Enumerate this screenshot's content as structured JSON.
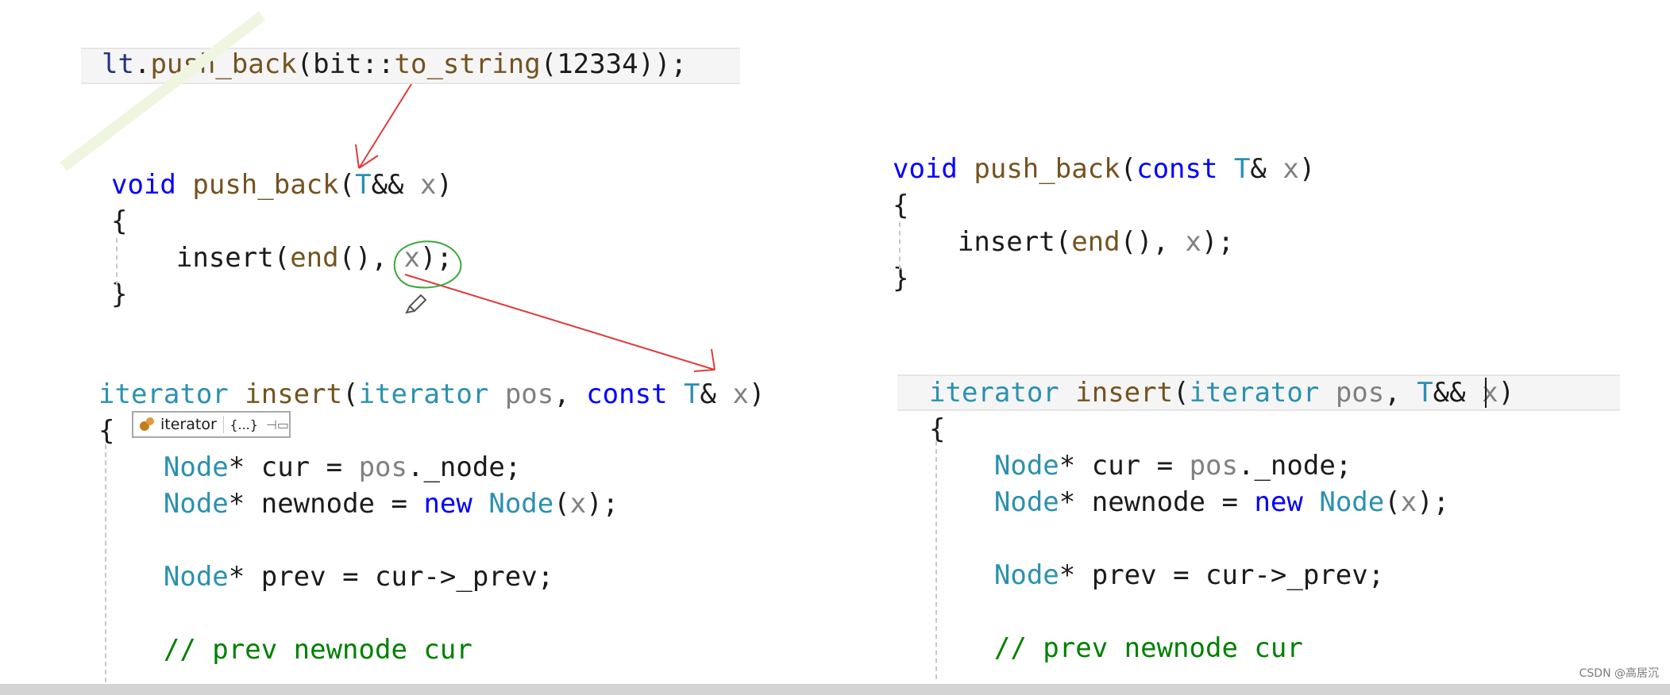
{
  "top_call": {
    "tokens": [
      [
        "vv",
        "lt"
      ],
      [
        "tx",
        "."
      ],
      [
        "fn",
        "push_back"
      ],
      [
        "tx",
        "(bit::"
      ],
      [
        "fn",
        "to_string"
      ],
      [
        "tx",
        "(12334));"
      ]
    ]
  },
  "left_push_back": {
    "lines": [
      [
        [
          "kw",
          "void"
        ],
        [
          "tx",
          " "
        ],
        [
          "fn",
          "push_back"
        ],
        [
          "tx",
          "("
        ],
        [
          "ty",
          "T"
        ],
        [
          "tx",
          "&& "
        ],
        [
          "pm",
          "x"
        ],
        [
          "tx",
          ")"
        ]
      ],
      [
        [
          "tx",
          "{"
        ]
      ],
      [
        [
          "tx",
          "    "
        ],
        [
          "tx",
          "insert("
        ],
        [
          "fn",
          "end"
        ],
        [
          "tx",
          "(), "
        ],
        [
          "pm",
          "x"
        ],
        [
          "tx",
          ");"
        ]
      ],
      [
        [
          "tx",
          "}"
        ]
      ]
    ]
  },
  "right_push_back": {
    "lines": [
      [
        [
          "kw",
          "void"
        ],
        [
          "tx",
          " "
        ],
        [
          "fn",
          "push_back"
        ],
        [
          "tx",
          "("
        ],
        [
          "kw",
          "const"
        ],
        [
          "tx",
          " "
        ],
        [
          "ty",
          "T"
        ],
        [
          "tx",
          "& "
        ],
        [
          "pm",
          "x"
        ],
        [
          "tx",
          ")"
        ]
      ],
      [
        [
          "tx",
          "{"
        ]
      ],
      [
        [
          "tx",
          "    "
        ],
        [
          "tx",
          "insert("
        ],
        [
          "fn",
          "end"
        ],
        [
          "tx",
          "(), "
        ],
        [
          "pm",
          "x"
        ],
        [
          "tx",
          ");"
        ]
      ],
      [
        [
          "tx",
          "}"
        ]
      ]
    ]
  },
  "left_insert": {
    "lines": [
      [
        [
          "ty",
          "iterator"
        ],
        [
          "tx",
          " "
        ],
        [
          "fn",
          "insert"
        ],
        [
          "tx",
          "("
        ],
        [
          "ty",
          "iterator"
        ],
        [
          "tx",
          " "
        ],
        [
          "pm",
          "pos"
        ],
        [
          "tx",
          ", "
        ],
        [
          "kw",
          "const"
        ],
        [
          "tx",
          " "
        ],
        [
          "ty",
          "T"
        ],
        [
          "tx",
          "& "
        ],
        [
          "pm",
          "x"
        ],
        [
          "tx",
          ")"
        ]
      ],
      [
        [
          "tx",
          "{"
        ]
      ],
      [
        [
          "tx",
          "    "
        ],
        [
          "ty",
          "Node"
        ],
        [
          "tx",
          "* "
        ],
        [
          "tx",
          "cur = "
        ],
        [
          "pm",
          "pos"
        ],
        [
          "tx",
          "._node;"
        ]
      ],
      [
        [
          "tx",
          "    "
        ],
        [
          "ty",
          "Node"
        ],
        [
          "tx",
          "* "
        ],
        [
          "tx",
          "newnode = "
        ],
        [
          "kw",
          "new"
        ],
        [
          "tx",
          " "
        ],
        [
          "ty",
          "Node"
        ],
        [
          "tx",
          "("
        ],
        [
          "pm",
          "x"
        ],
        [
          "tx",
          ");"
        ]
      ],
      [
        [
          "tx",
          ""
        ]
      ],
      [
        [
          "tx",
          "    "
        ],
        [
          "ty",
          "Node"
        ],
        [
          "tx",
          "* "
        ],
        [
          "tx",
          "prev = cur->_prev;"
        ]
      ],
      [
        [
          "tx",
          ""
        ]
      ],
      [
        [
          "tx",
          "    "
        ],
        [
          "cm",
          "// prev newnode cur"
        ]
      ]
    ]
  },
  "right_insert": {
    "lines": [
      [
        [
          "ty",
          "iterator"
        ],
        [
          "tx",
          " "
        ],
        [
          "fn",
          "insert"
        ],
        [
          "tx",
          "("
        ],
        [
          "ty",
          "iterator"
        ],
        [
          "tx",
          " "
        ],
        [
          "pm",
          "pos"
        ],
        [
          "tx",
          ", "
        ],
        [
          "ty",
          "T"
        ],
        [
          "tx",
          "&& "
        ],
        [
          "pm",
          "x"
        ],
        [
          "tx",
          ")"
        ]
      ],
      [
        [
          "tx",
          "{"
        ]
      ],
      [
        [
          "tx",
          "    "
        ],
        [
          "ty",
          "Node"
        ],
        [
          "tx",
          "* "
        ],
        [
          "tx",
          "cur = "
        ],
        [
          "pm",
          "pos"
        ],
        [
          "tx",
          "._node;"
        ]
      ],
      [
        [
          "tx",
          "    "
        ],
        [
          "ty",
          "Node"
        ],
        [
          "tx",
          "* "
        ],
        [
          "tx",
          "newnode = "
        ],
        [
          "kw",
          "new"
        ],
        [
          "tx",
          " "
        ],
        [
          "ty",
          "Node"
        ],
        [
          "tx",
          "("
        ],
        [
          "pm",
          "x"
        ],
        [
          "tx",
          ");"
        ]
      ],
      [
        [
          "tx",
          ""
        ]
      ],
      [
        [
          "tx",
          "    "
        ],
        [
          "ty",
          "Node"
        ],
        [
          "tx",
          "* "
        ],
        [
          "tx",
          "prev = cur->_prev;"
        ]
      ],
      [
        [
          "tx",
          ""
        ]
      ],
      [
        [
          "tx",
          "    "
        ],
        [
          "cm",
          "// prev newnode cur"
        ]
      ]
    ]
  },
  "tooltip": {
    "label": "iterator",
    "value": "{...}",
    "icon": "class-icon",
    "pin_icon": "pin-icon"
  },
  "watermark": "CSDN @高居沉",
  "colors": {
    "keyword": "#0000ff",
    "type": "#2b91af",
    "function": "#74531f",
    "param": "#808080",
    "comment": "#008000",
    "annotation_red": "#e03a3a",
    "annotation_green": "#3aa83a"
  }
}
